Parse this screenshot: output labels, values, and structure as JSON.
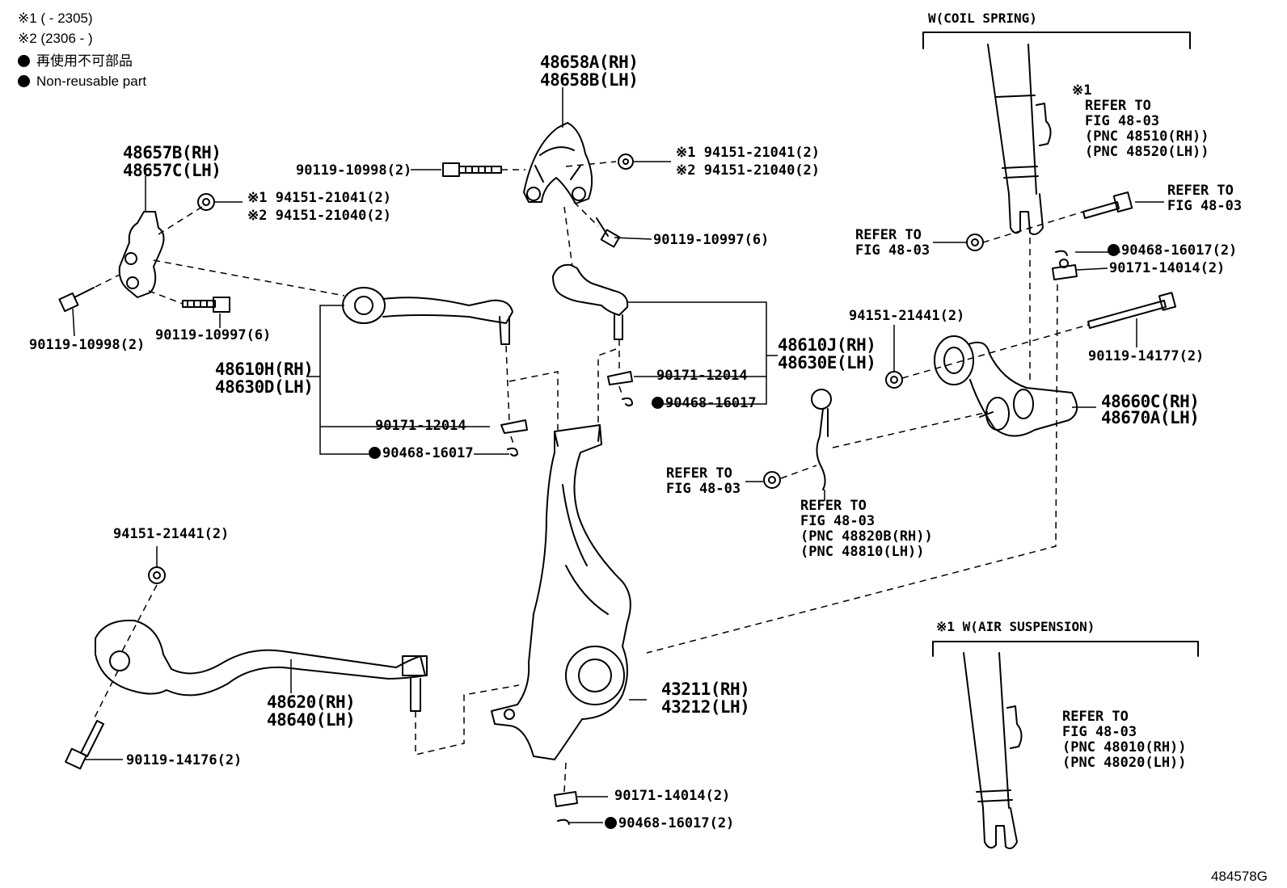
{
  "legend": {
    "note1": "※1 (        - 2305)",
    "note2": "※2 (2306 -        )",
    "nonreusable_jp": "再使用不可部品",
    "nonreusable_en": "Non-reusable part"
  },
  "headers": {
    "coil": "W(COIL SPRING)",
    "air": "※1 W(AIR SUSPENSION)"
  },
  "figure_id": "484578G",
  "parts": {
    "upper_arm_rh": "48658A(RH)",
    "upper_arm_lh": "48658B(LH)",
    "bracket_rh": "48657B(RH)",
    "bracket_lh": "48657C(LH)",
    "bolt_10998_top": "90119-10998(2)",
    "nut_21041_top": "※1 94151-21041(2)",
    "nut_21040_top": "※2 94151-21040(2)",
    "nut_21041_left": "※1 94151-21041(2)",
    "nut_21040_left": "※2 94151-21040(2)",
    "bolt_10997_top": "90119-10997(6)",
    "bolt_10998_left": "90119-10998(2)",
    "bolt_10997_left": "90119-10997(6)",
    "arm_h_rh": "48610H(RH)",
    "arm_d_lh": "48630D(LH)",
    "nut_12014_left": "90171-12014",
    "pin_16017_left": "90468-16017",
    "arm_j_rh": "48610J(RH)",
    "arm_e_lh": "48630E(LH)",
    "nut_12014_right": "90171-12014",
    "pin_16017_right": "90468-16017",
    "refer_coil_1": "※1",
    "refer_coil_2": "REFER TO",
    "refer_coil_3": "FIG 48-03",
    "refer_coil_4": "(PNC 48510(RH))",
    "refer_coil_5": "(PNC 48520(LH))",
    "refer_r1_1": "REFER TO",
    "refer_r1_2": "FIG 48-03",
    "refer_l1_1": "REFER TO",
    "refer_l1_2": "FIG 48-03",
    "pin_16017_top": "90468-16017(2)",
    "nut_14014_top": "90171-14014(2)",
    "nut_21441_mid": "94151-21441(2)",
    "bolt_14177": "90119-14177(2)",
    "lower_rh": "48660C(RH)",
    "lower_lh": "48670A(LH)",
    "refer_mid_1": "REFER TO",
    "refer_mid_2": "FIG 48-03",
    "refer_stab_1": "REFER TO",
    "refer_stab_2": "FIG 48-03",
    "refer_stab_3": "(PNC 48820B(RH))",
    "refer_stab_4": "(PNC 48810(LH))",
    "nut_21441_left": "94151-21441(2)",
    "lower_arm_rh": "48620(RH)",
    "lower_arm_lh": "48640(LH)",
    "bolt_14176": "90119-14176(2)",
    "knuckle_rh": "43211(RH)",
    "knuckle_lh": "43212(LH)",
    "nut_14014_bottom": "90171-14014(2)",
    "pin_16017_bottom": "90468-16017(2)",
    "refer_air_1": "REFER TO",
    "refer_air_2": "FIG 48-03",
    "refer_air_3": "(PNC 48010(RH))",
    "refer_air_4": "(PNC 48020(LH))"
  }
}
